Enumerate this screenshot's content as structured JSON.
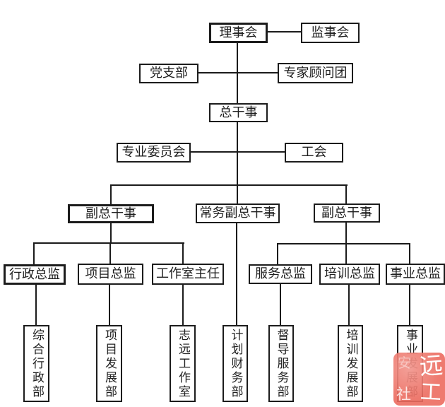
{
  "diagram": {
    "type": "org-chart",
    "colors": {
      "line": "#1b1b1b",
      "box_border": "#1c1c1c",
      "text": "#1f1f1f",
      "background": "#ffffff"
    },
    "nodes": {
      "board": "理事会",
      "supervisory": "监事会",
      "party": "党支部",
      "advisors": "专家顾问团",
      "secretary_general": "总干事",
      "committee": "专业委员会",
      "union": "工会",
      "deputy_left": "副总干事",
      "deputy_executive": "常务副总干事",
      "deputy_right": "副总干事",
      "admin_director": "行政总监",
      "project_director": "项目总监",
      "studio_director": "工作室主任",
      "service_director": "服务总监",
      "training_director": "培训总监",
      "career_director": "事业总监",
      "dept_admin": "综合行政部",
      "dept_project": "项目发展部",
      "dept_studio": "志远工作室",
      "dept_finance": "计划财务部",
      "dept_supervision": "督导服务部",
      "dept_training": "培训发展部",
      "dept_career": "事业发展部"
    },
    "hierarchy": [
      {
        "from": "board",
        "to": "supervisory",
        "style": "lateral"
      },
      {
        "from": "board",
        "to": "secretary_general",
        "style": "vertical"
      },
      {
        "from": "party",
        "to": "advisors",
        "style": "lateral-on-trunk"
      },
      {
        "from": "secretary_general",
        "to": "deputy_left",
        "style": "vertical"
      },
      {
        "from": "secretary_general",
        "to": "deputy_executive",
        "style": "vertical"
      },
      {
        "from": "secretary_general",
        "to": "deputy_right",
        "style": "vertical"
      },
      {
        "from": "committee",
        "to": "union",
        "style": "lateral-on-trunk"
      },
      {
        "from": "deputy_left",
        "to": "admin_director",
        "style": "vertical"
      },
      {
        "from": "deputy_left",
        "to": "project_director",
        "style": "vertical"
      },
      {
        "from": "deputy_left",
        "to": "studio_director",
        "style": "vertical"
      },
      {
        "from": "deputy_executive",
        "to": "dept_finance",
        "style": "vertical"
      },
      {
        "from": "deputy_right",
        "to": "service_director",
        "style": "vertical"
      },
      {
        "from": "deputy_right",
        "to": "training_director",
        "style": "vertical"
      },
      {
        "from": "deputy_right",
        "to": "career_director",
        "style": "vertical"
      },
      {
        "from": "admin_director",
        "to": "dept_admin",
        "style": "vertical"
      },
      {
        "from": "project_director",
        "to": "dept_project",
        "style": "vertical"
      },
      {
        "from": "studio_director",
        "to": "dept_studio",
        "style": "vertical"
      },
      {
        "from": "service_director",
        "to": "dept_supervision",
        "style": "vertical"
      },
      {
        "from": "training_director",
        "to": "dept_training",
        "style": "vertical"
      },
      {
        "from": "career_director",
        "to": "dept_career",
        "style": "vertical"
      }
    ]
  },
  "watermark": {
    "char_top_right": "远",
    "char_bottom_right": "工",
    "char_bottom_left": "社",
    "char_top_left": "安",
    "color": "#ec6c5f"
  }
}
